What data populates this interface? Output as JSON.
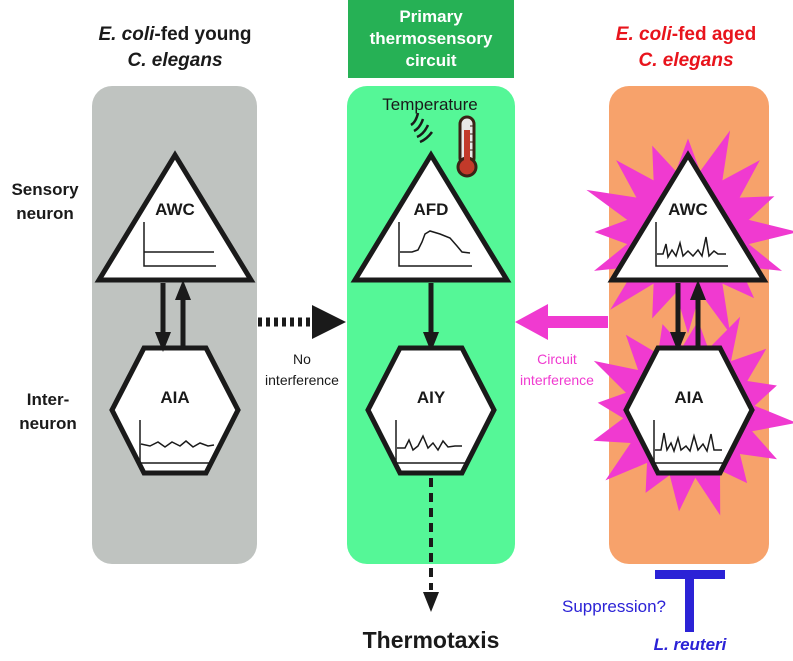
{
  "colors": {
    "young_panel": "#bfc3c0",
    "primary_panel": "#55f797",
    "primary_header": "#26b155",
    "aged_panel": "#f7a26b",
    "burst": "#f03ad0",
    "interference_arrow": "#f03ad0",
    "aged_text": "#e8141c",
    "suppression": "#2b22d6",
    "dark": "#1a1a1a"
  },
  "left": {
    "title_line1_italic": "E. coli",
    "title_line1_rest": "-fed young",
    "title_line2": "C. elegans",
    "sensory_neuron": "AWC",
    "interneuron": "AIA"
  },
  "middle": {
    "header_line1": "Primary",
    "header_line2": "thermosensory",
    "header_line3": "circuit",
    "stimulus": "Temperature",
    "sensory_neuron": "AFD",
    "interneuron": "AIY",
    "output": "Thermotaxis"
  },
  "right": {
    "title_line1_italic": "E. coli",
    "title_line1_rest": "-fed aged",
    "title_line2": "C. elegans",
    "sensory_neuron": "AWC",
    "interneuron": "AIA"
  },
  "row_labels": {
    "sensory_line1": "Sensory",
    "sensory_line2": "neuron",
    "inter_line1": "Inter-",
    "inter_line2": "neuron"
  },
  "arrows": {
    "no_interference_line1": "No",
    "no_interference_line2": "interference",
    "circuit_interference_line1": "Circuit",
    "circuit_interference_line2": "interference"
  },
  "suppression": {
    "label": "Suppression?",
    "agent": "L. reuteri"
  }
}
